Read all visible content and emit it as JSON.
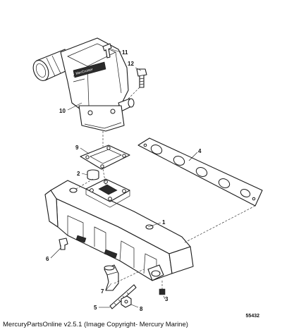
{
  "diagram": {
    "figure_number": "55432",
    "copyright": "MercuryPartsOnline v2.5.1 (Image Copyright- Mercury Marine)",
    "brand_mark": "MerCruiser",
    "callouts": {
      "c1": "1",
      "c2": "2",
      "c3": "3",
      "c4": "4",
      "c5": "5",
      "c6": "6",
      "c7": "7",
      "c8": "8",
      "c9": "9",
      "c10": "10",
      "c11": "11",
      "c12": "12"
    }
  }
}
